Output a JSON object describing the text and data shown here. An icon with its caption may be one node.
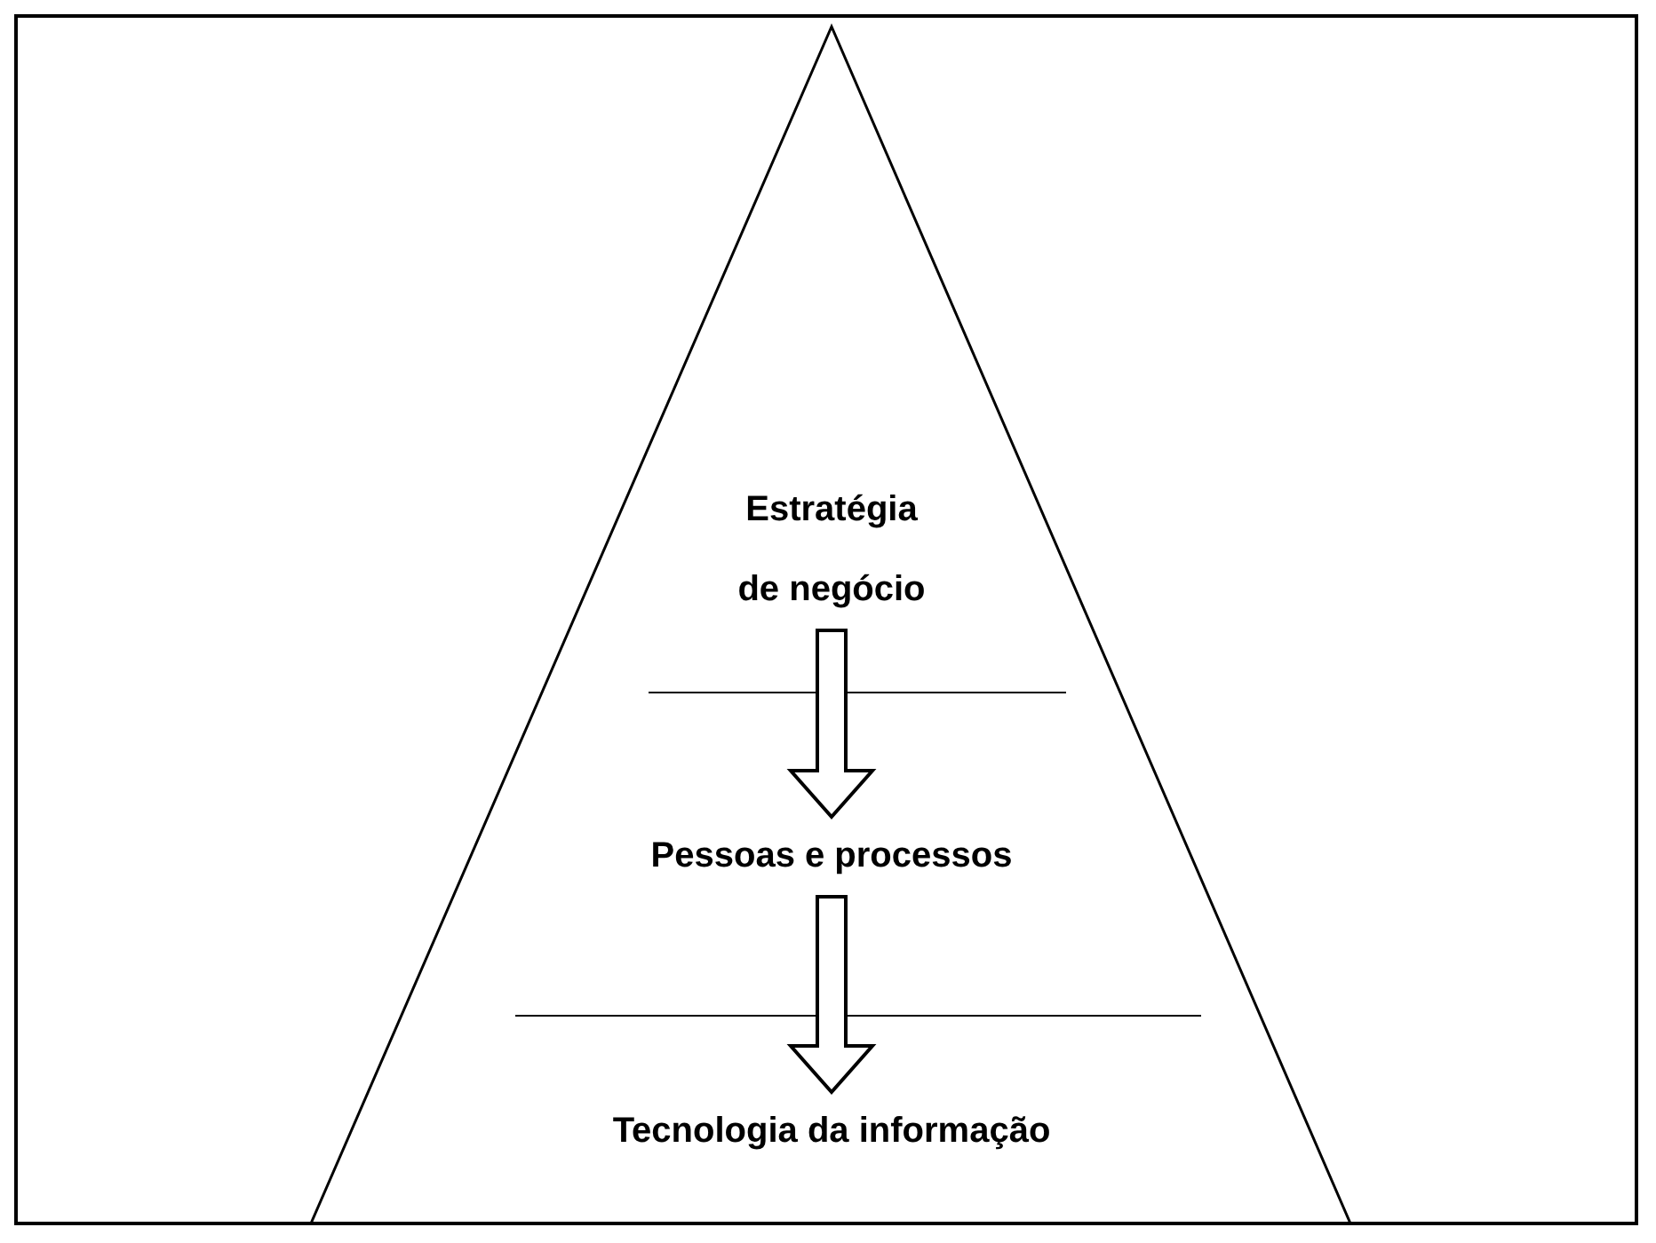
{
  "diagram": {
    "nodes": [
      {
        "text": [
          "Estratégia de negócio"
        ]
      },
      {
        "text": [
          "Pessoas e processos"
        ]
      },
      {
        "text": [
          "Tecnologia da informação"
        ]
      }
    ],
    "edges": [
      {
        "from": 0,
        "to": 1,
        "arrow": "to"
      },
      {
        "from": 1,
        "to": 2,
        "arrow": "to"
      }
    ]
  }
}
